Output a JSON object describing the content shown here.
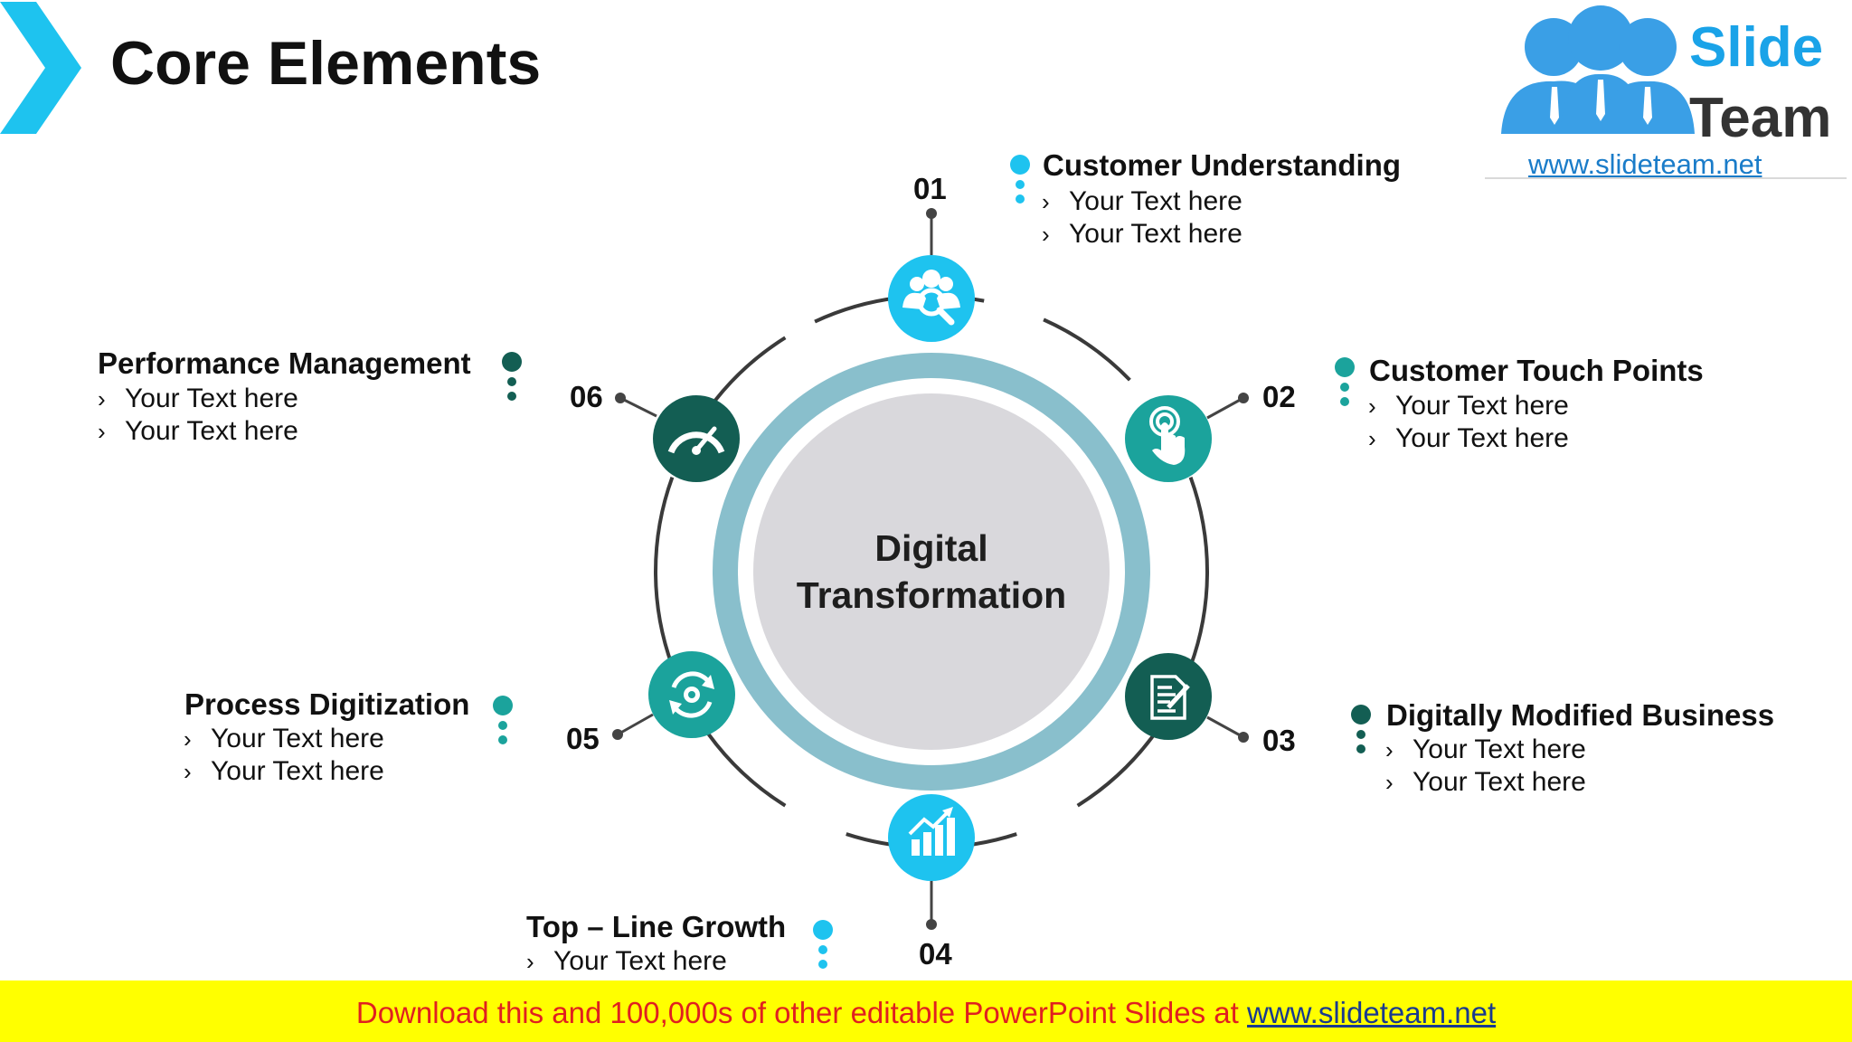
{
  "slide": {
    "title": "Core Elements"
  },
  "logo": {
    "line1": "Slide",
    "line2": "Team",
    "url": "www.slideteam.net"
  },
  "diagram": {
    "center_line1": "Digital",
    "center_line2": "Transformation",
    "items": [
      {
        "number": "01",
        "title": "Customer Understanding",
        "bullets": [
          "Your Text here",
          "Your Text here"
        ],
        "color": "#1ec3ef",
        "icon": "customer-search-icon"
      },
      {
        "number": "02",
        "title": "Customer Touch Points",
        "bullets": [
          "Your Text here",
          "Your Text here"
        ],
        "color": "#1ba39c",
        "icon": "touch-hand-icon"
      },
      {
        "number": "03",
        "title": "Digitally Modified Business",
        "bullets": [
          "Your Text here",
          "Your Text here"
        ],
        "color": "#135e53",
        "icon": "document-edit-icon"
      },
      {
        "number": "04",
        "title": "Top – Line Growth",
        "bullets": [
          "Your Text here"
        ],
        "color": "#1ec3ef",
        "icon": "growth-chart-icon"
      },
      {
        "number": "05",
        "title": "Process Digitization",
        "bullets": [
          "Your Text here",
          "Your Text here"
        ],
        "color": "#1ba39c",
        "icon": "process-gear-icon"
      },
      {
        "number": "06",
        "title": "Performance Management",
        "bullets": [
          "Your Text here",
          "Your Text here"
        ],
        "color": "#135e53",
        "icon": "speedometer-icon"
      }
    ]
  },
  "footer": {
    "text": "Download this and 100,000s of other editable PowerPoint Slides at ",
    "link": "www.slideteam.net"
  },
  "colors": {
    "ring": "#89bfcc",
    "inner_circle": "#d9d8dc",
    "arc": "#3a3a3a",
    "footer_bg": "#ffff00",
    "footer_text": "#e02020"
  }
}
